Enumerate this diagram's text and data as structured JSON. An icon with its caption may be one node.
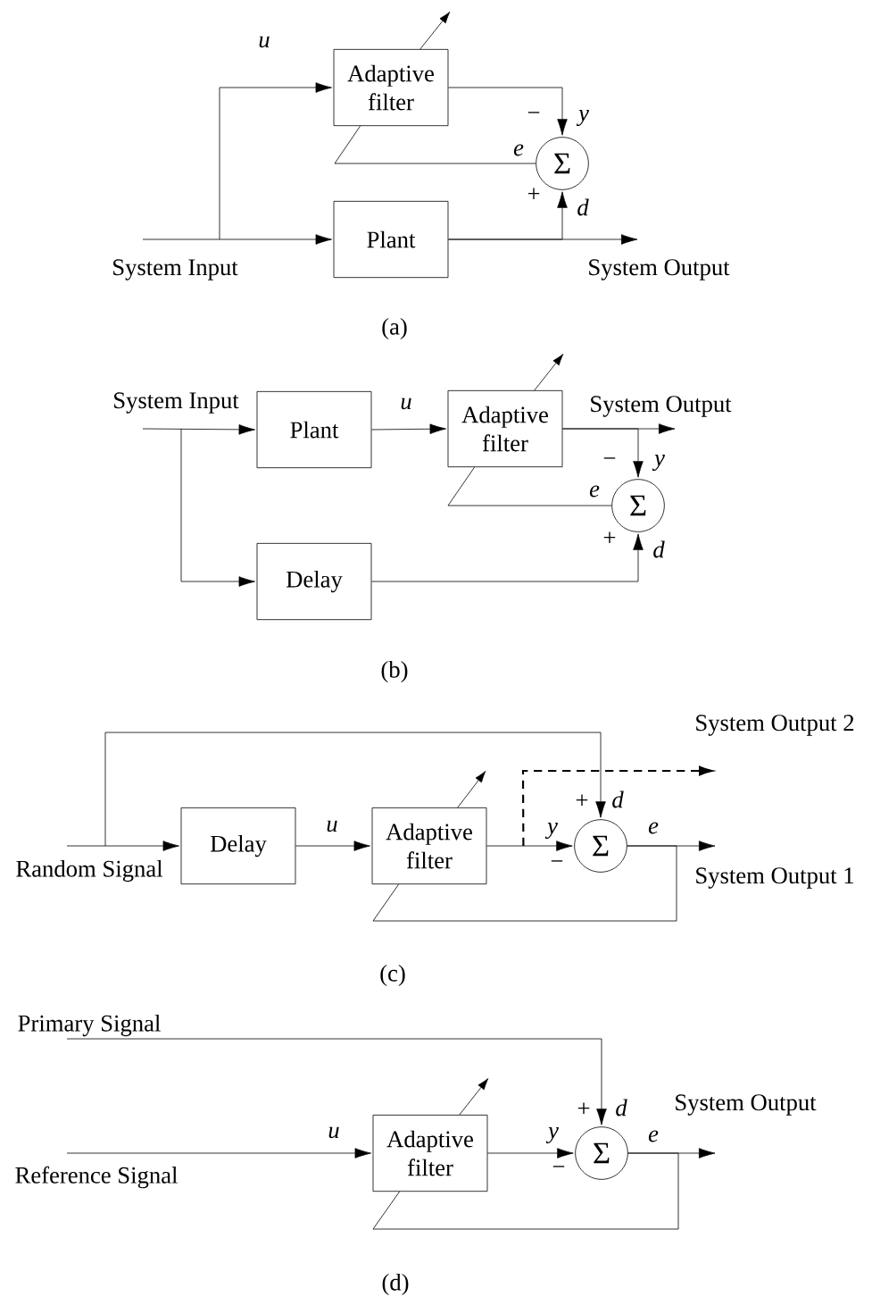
{
  "diagram": {
    "nodes": [
      {
        "text": [
          "Adaptive filter"
        ]
      },
      {
        "text": [
          "Σ"
        ]
      },
      {
        "text": [
          "Plant"
        ]
      },
      {
        "text": [
          "Plant"
        ]
      },
      {
        "text": [
          "Adaptive filter"
        ]
      },
      {
        "text": [
          "Σ"
        ]
      },
      {
        "text": [
          "Delay"
        ]
      },
      {
        "text": [
          "Delay"
        ]
      },
      {
        "text": [
          "Adaptive filter"
        ]
      },
      {
        "text": [
          "Σ"
        ]
      },
      {
        "text": [
          "Adaptive filter"
        ]
      },
      {
        "text": [
          "Σ"
        ]
      },
      {
        "text": [
          "System Input"
        ]
      },
      {
        "text": [
          "System Output"
        ]
      },
      {
        "text": [
          "System Input"
        ]
      },
      {
        "text": [
          "System Output"
        ]
      },
      {
        "text": [
          "System Output 2"
        ]
      },
      {
        "text": [
          "Random Signal"
        ]
      },
      {
        "text": [
          "System Output 1"
        ]
      },
      {
        "text": [
          "Primary Signal"
        ]
      },
      {
        "text": [
          "Reference Signal"
        ]
      },
      {
        "text": [
          "System Output"
        ]
      }
    ],
    "edges": [
      {
        "from": 12,
        "to": 0,
        "arrow": "to"
      },
      {
        "from": 12,
        "to": 2,
        "arrow": "to"
      },
      {
        "from": 0,
        "to": 1,
        "arrow": "to"
      },
      {
        "from": 2,
        "to": 1,
        "arrow": "to"
      },
      {
        "from": 2,
        "to": 13,
        "arrow": "to"
      },
      {
        "from": 1,
        "to": 0,
        "arrow": "none"
      },
      {
        "from": 14,
        "to": 3,
        "arrow": "to"
      },
      {
        "from": 14,
        "to": 6,
        "arrow": "to"
      },
      {
        "from": 3,
        "to": 4,
        "arrow": "to"
      },
      {
        "from": 4,
        "to": 15,
        "arrow": "to"
      },
      {
        "from": 4,
        "to": 5,
        "arrow": "to"
      },
      {
        "from": 6,
        "to": 5,
        "arrow": "to"
      },
      {
        "from": 5,
        "to": 4,
        "arrow": "none"
      },
      {
        "from": 17,
        "to": 7,
        "arrow": "to"
      },
      {
        "from": 17,
        "to": 9,
        "arrow": "to"
      },
      {
        "from": 7,
        "to": 8,
        "arrow": "to"
      },
      {
        "from": 8,
        "to": 9,
        "arrow": "to"
      },
      {
        "from": 9,
        "to": 18,
        "arrow": "to"
      },
      {
        "from": 9,
        "to": 8,
        "arrow": "none"
      },
      {
        "from": 8,
        "to": 16,
        "arrow": "to",
        "style": "dashed"
      },
      {
        "from": 19,
        "to": 11,
        "arrow": "to"
      },
      {
        "from": 20,
        "to": 10,
        "arrow": "to"
      },
      {
        "from": 10,
        "to": 11,
        "arrow": "to"
      },
      {
        "from": 11,
        "to": 21,
        "arrow": "to"
      },
      {
        "from": 11,
        "to": 10,
        "arrow": "none"
      }
    ],
    "labels": [
      "u",
      "−",
      "y",
      "e",
      "+",
      "d",
      "(a)",
      "u",
      "−",
      "y",
      "e",
      "+",
      "d",
      "(b)",
      "+",
      "d",
      "u",
      "y",
      "e",
      "−",
      "(c)",
      "+",
      "d",
      "u",
      "y",
      "e",
      "−",
      "(d)"
    ]
  }
}
